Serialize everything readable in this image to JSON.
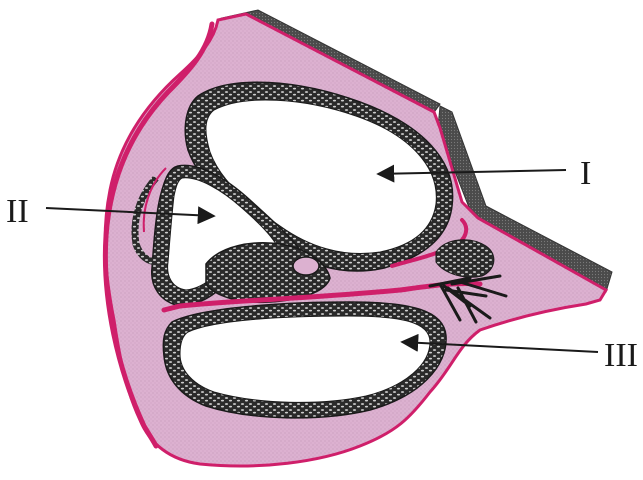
{
  "labels": {
    "chamber_top": "I",
    "chamber_left": "II",
    "chamber_bottom": "III"
  },
  "colors": {
    "tissue_fill": "#dcb1d0",
    "tissue_outline": "#cf1f6a",
    "cartilage_band": "#555555",
    "cell_layer": "#2a2a2a",
    "cavity": "#ffffff",
    "label_ink": "#1a1a1a"
  },
  "icons": {
    "arrow": "arrowhead"
  }
}
